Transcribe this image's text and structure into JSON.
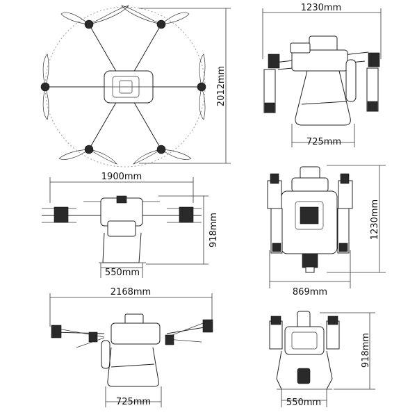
{
  "views": {
    "top": {
      "height_label": "2012mm"
    },
    "front_top": {
      "width_label": "1230mm",
      "base_label": "725mm"
    },
    "side_mid": {
      "width_label": "1900mm",
      "height_label": "918mm",
      "base_label": "550mm"
    },
    "front_mid": {
      "height_label": "1230mm",
      "base_label": "869mm"
    },
    "side_bottom": {
      "width_label": "2168mm",
      "base_label": "725mm"
    },
    "front_bottom": {
      "height_label": "918mm",
      "base_label": "550mm"
    }
  }
}
